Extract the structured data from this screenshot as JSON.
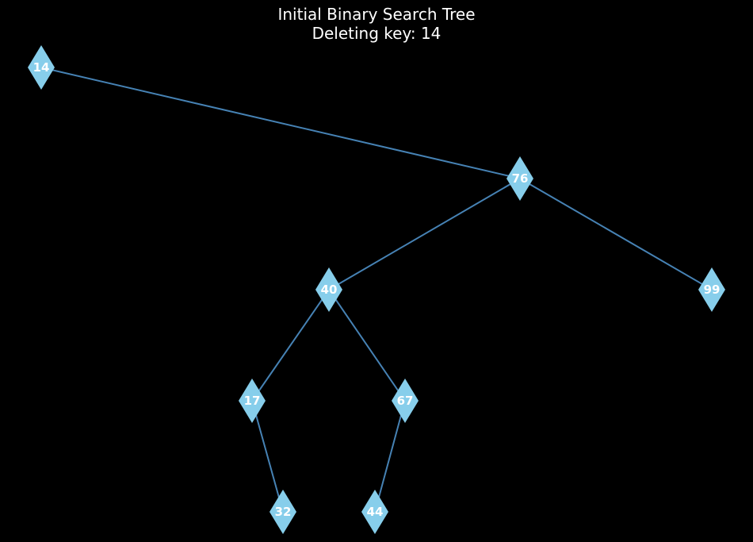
{
  "title": {
    "line1": "Initial Binary Search Tree",
    "line2": "Deleting key: 14"
  },
  "colors": {
    "background": "#000000",
    "edge": "#4682b4",
    "node_fill": "#87ceeb",
    "label": "#ffffff"
  },
  "tree": {
    "nodes": [
      {
        "key": "14"
      },
      {
        "key": "76"
      },
      {
        "key": "40"
      },
      {
        "key": "99"
      },
      {
        "key": "17"
      },
      {
        "key": "67"
      },
      {
        "key": "32"
      },
      {
        "key": "44"
      }
    ],
    "edges": [
      {
        "from": "14",
        "to": "76"
      },
      {
        "from": "76",
        "to": "40"
      },
      {
        "from": "76",
        "to": "99"
      },
      {
        "from": "40",
        "to": "17"
      },
      {
        "from": "40",
        "to": "67"
      },
      {
        "from": "17",
        "to": "32"
      },
      {
        "from": "67",
        "to": "44"
      }
    ]
  }
}
